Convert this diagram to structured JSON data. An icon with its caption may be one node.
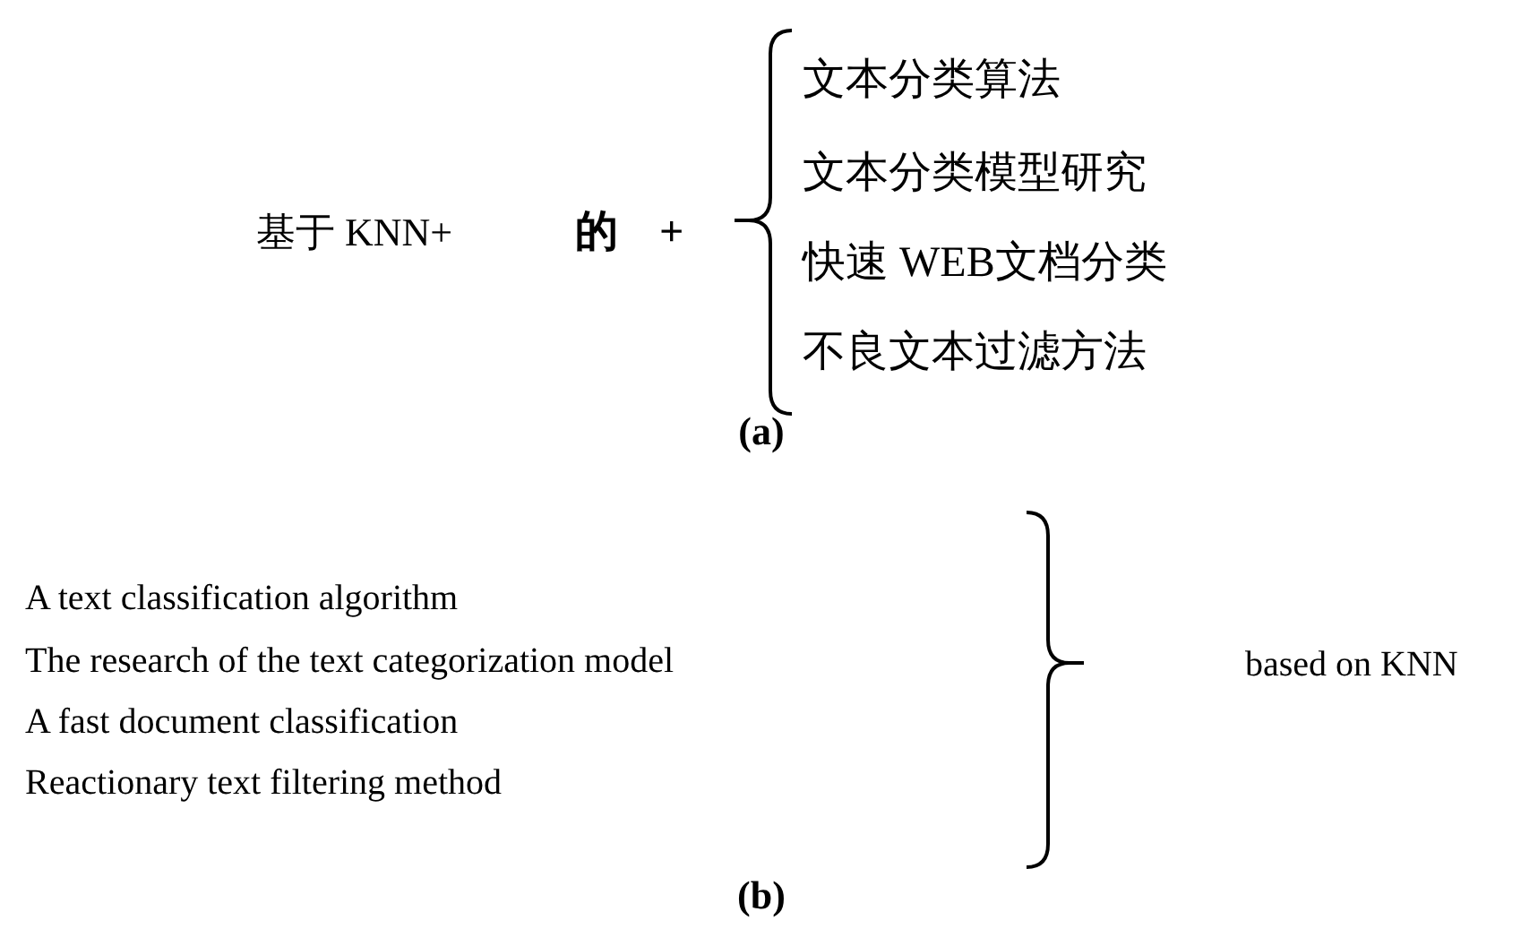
{
  "diagram": {
    "labels": [
      "基于 KNN+",
      "的",
      "+",
      "文本分类算法",
      "文本分类模型研究",
      "快速 WEB文档分类",
      "不良文本过滤方法",
      "(a)",
      "A text classification algorithm",
      "The research of the text categorization model",
      "A fast document classification",
      "Reactionary text filtering method",
      "based on KNN",
      "(b)"
    ]
  }
}
